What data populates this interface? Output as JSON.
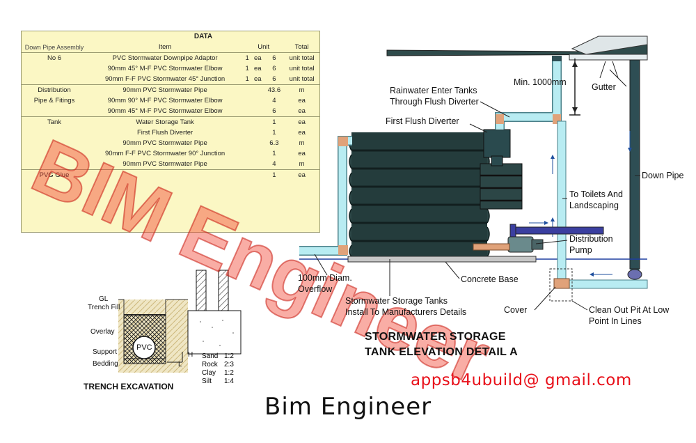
{
  "table": {
    "title": "DATA",
    "col_item": "Item",
    "col_unit": "Unit",
    "col_total": "Total",
    "col_group": "Down Pipe Assembly",
    "rows": [
      {
        "group": "No 6",
        "item": "PVC Stormwater Downpipe Adaptor",
        "qty": "1",
        "unit": "ea",
        "count": "6",
        "total": "unit total"
      },
      {
        "group": "",
        "item": "90mm 45° M-F PVC Stormwater Elbow",
        "qty": "1",
        "unit": "ea",
        "count": "6",
        "total": "unit total"
      },
      {
        "group": "",
        "item": "90mm F-F PVC Stormwater 45° Junction",
        "qty": "1",
        "unit": "ea",
        "count": "6",
        "total": "unit total"
      },
      {
        "group": "Distribution",
        "item": "90mm PVC Stormwater Pipe",
        "qty": "",
        "unit": "",
        "count": "43.6",
        "total": "m"
      },
      {
        "group": "Pipe & Fitings",
        "item": "90mm 90° M-F PVC Stormwater Elbow",
        "qty": "",
        "unit": "",
        "count": "4",
        "total": "ea"
      },
      {
        "group": "",
        "item": "90mm 45° M-F PVC Stormwater Elbow",
        "qty": "",
        "unit": "",
        "count": "6",
        "total": "ea"
      },
      {
        "group": "Tank",
        "item": "Water Storage Tank",
        "qty": "",
        "unit": "",
        "count": "1",
        "total": "ea"
      },
      {
        "group": "",
        "item": "First Flush Diverter",
        "qty": "",
        "unit": "",
        "count": "1",
        "total": "ea"
      },
      {
        "group": "",
        "item": "90mm PVC Stormwater Pipe",
        "qty": "",
        "unit": "",
        "count": "6.3",
        "total": "m"
      },
      {
        "group": "",
        "item": "90mm F-F PVC Stormwater 90° Junction",
        "qty": "",
        "unit": "",
        "count": "1",
        "total": "ea"
      },
      {
        "group": "",
        "item": "90mm PVC Stormwater Pipe",
        "qty": "",
        "unit": "",
        "count": "4",
        "total": "m"
      },
      {
        "group": "PVG Glue",
        "item": "",
        "qty": "",
        "unit": "",
        "count": "1",
        "total": "ea"
      }
    ]
  },
  "labels": {
    "min_height": "Min. 1000mm",
    "gutter": "Gutter",
    "rainwater_enter": "Rainwater Enter Tanks",
    "through_flush": "Through Flush Diverter",
    "first_flush": "First Flush Diverter",
    "down_pipe": "Down Pipe",
    "to_toilets": "To Toilets And",
    "landscaping": "Landscaping",
    "distribution": "Distribution",
    "pump": "Pump",
    "overflow_1": "100mm Diam.",
    "overflow_2": "Overflow",
    "concrete_base": "Concrete Base",
    "storage_1": "Stormwater Storage Tanks",
    "storage_2": "Install To Manufacturers Details",
    "cover": "Cover",
    "clean_out_1": "Clean Out Pit At Low",
    "clean_out_2": "Point In Lines"
  },
  "detail_title_1": "STORMWATER STORAGE",
  "detail_title_2": "TANK ELEVATION DETAIL A",
  "trench": {
    "title": "TRENCH EXCAVATION",
    "gl": "GL",
    "trench_fill": "Trench Fill",
    "overlay": "Overlay",
    "support": "Support",
    "bedding": "Bedding",
    "pvc": "PVC",
    "h": "H",
    "l": "L",
    "ratios": [
      {
        "soil": "Sand",
        "ratio": "1:2"
      },
      {
        "soil": "Rock",
        "ratio": "2:3"
      },
      {
        "soil": "Clay",
        "ratio": "1:2"
      },
      {
        "soil": "Silt",
        "ratio": "1:4"
      }
    ]
  },
  "email": "appsb4ubuild@ gmail.com",
  "signature": "Bim Engineer",
  "watermark": "BIM Engineer",
  "colors": {
    "pipe": "#b8ecf2",
    "pipe_stroke": "#4a7f88",
    "copper": "#e0a27a",
    "tank": "#243c3c",
    "watermark": "#f03c28",
    "email": "#e8101a",
    "table_bg": "#fbf7c4"
  }
}
